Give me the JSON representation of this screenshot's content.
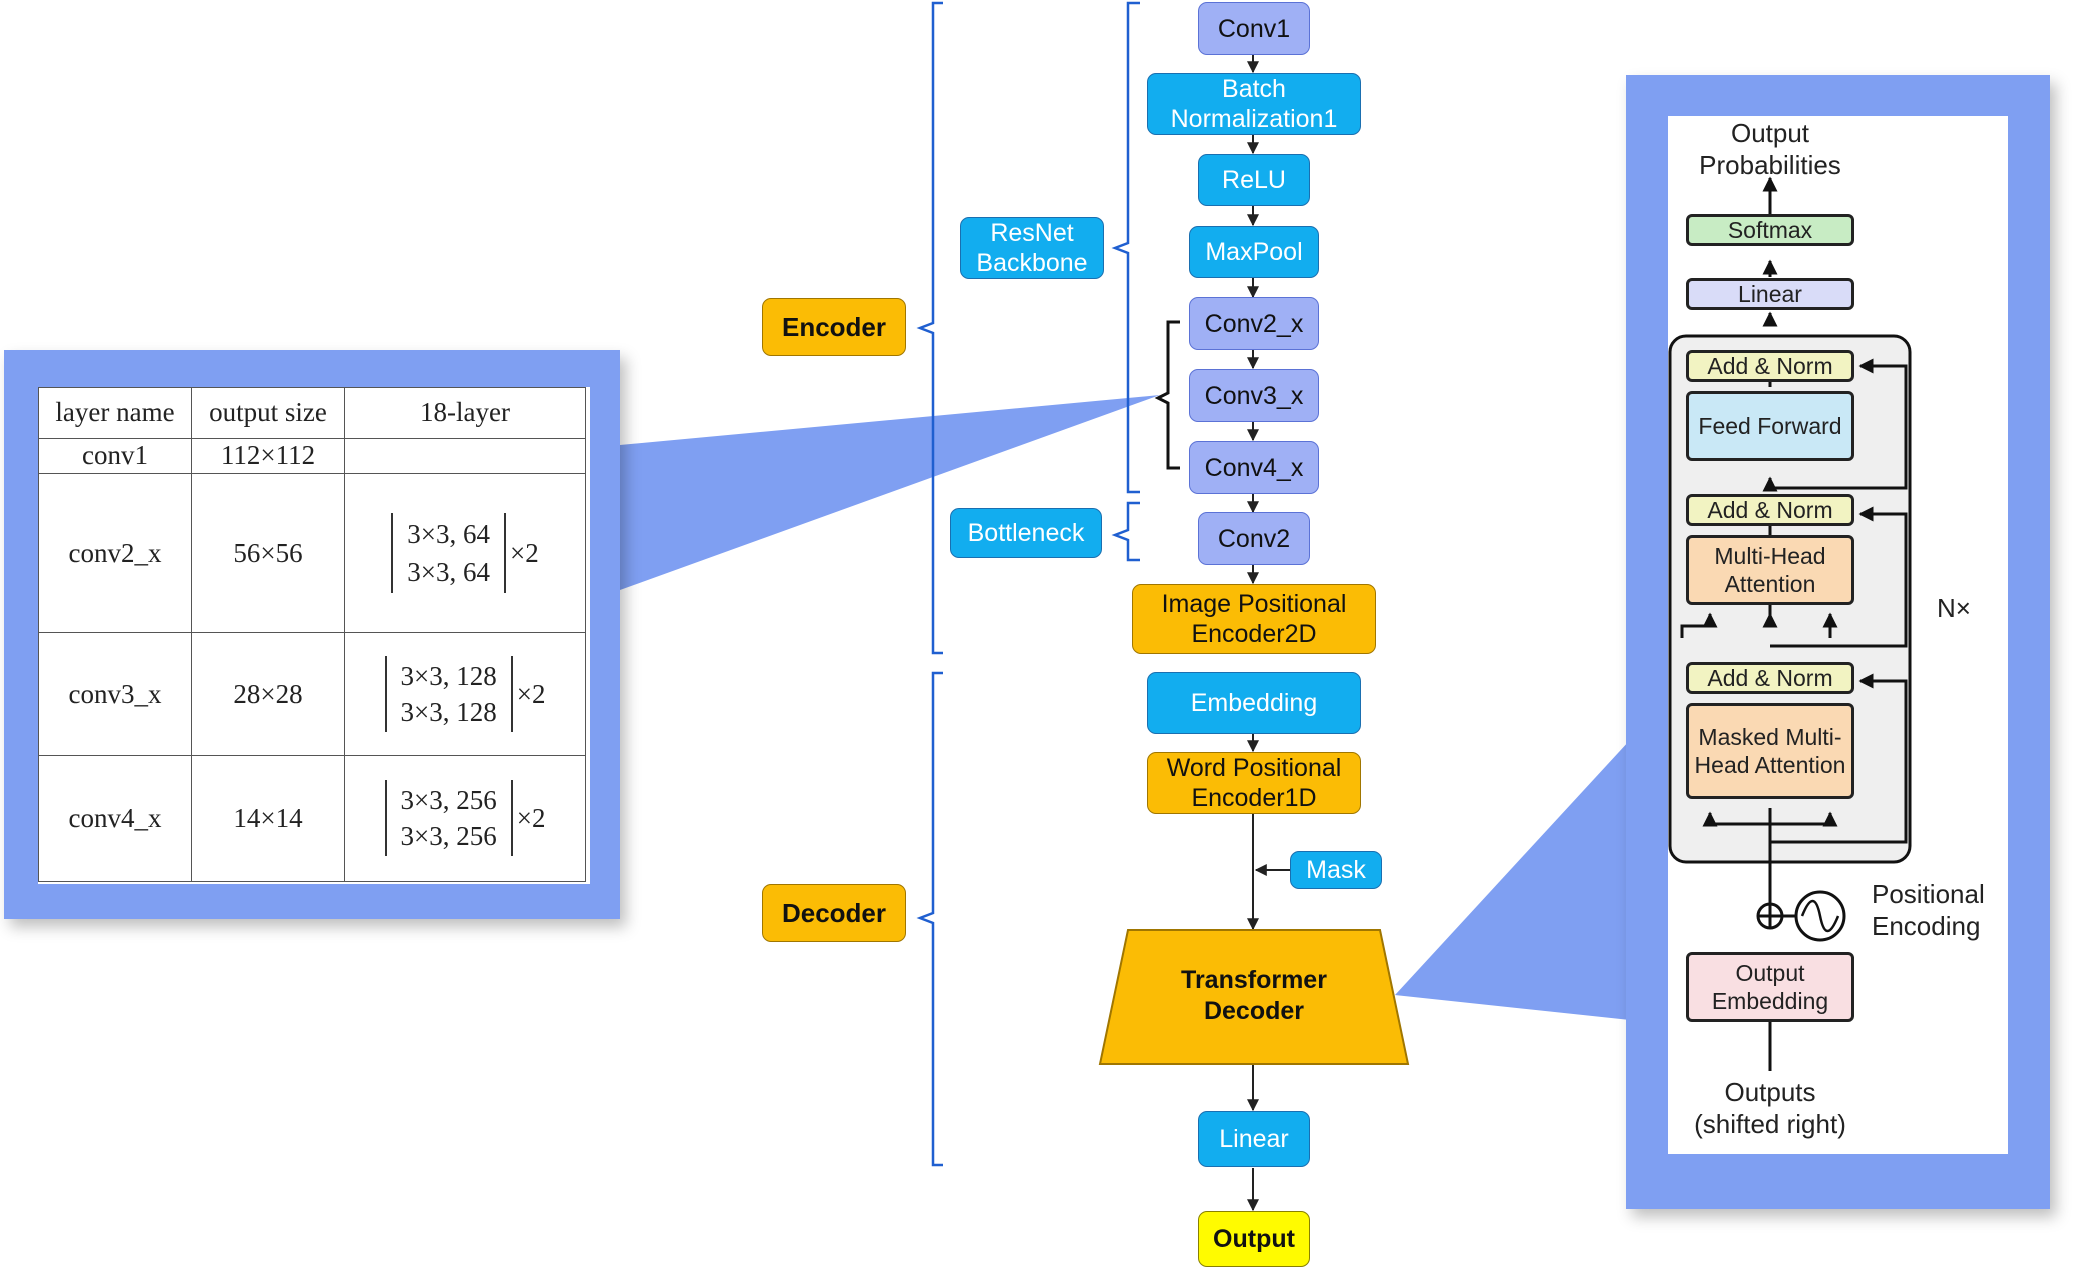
{
  "groups": {
    "encoder": "Encoder",
    "decoder": "Decoder",
    "resnet_backbone": "ResNet Backbone",
    "bottleneck": "Bottleneck"
  },
  "pipeline": {
    "conv1": "Conv1",
    "batch_norm": "Batch Normalization1",
    "relu": "ReLU",
    "maxpool": "MaxPool",
    "conv2_x": "Conv2_x",
    "conv3_x": "Conv3_x",
    "conv4_x": "Conv4_x",
    "conv2": "Conv2",
    "image_pos_enc": "Image Positional Encoder2D",
    "embedding": "Embedding",
    "word_pos_enc": "Word Positional Encoder1D",
    "mask": "Mask",
    "transformer_decoder": "Transformer Decoder",
    "linear": "Linear",
    "output": "Output"
  },
  "resnet_table": {
    "headers": [
      "layer name",
      "output size",
      "18-layer"
    ],
    "rows": [
      {
        "name": "conv1",
        "size": "112×112",
        "block": [
          "",
          ""
        ],
        "mult": ""
      },
      {
        "name": "conv2_x",
        "size": "56×56",
        "block": [
          "3×3, 64",
          "3×3, 64"
        ],
        "mult": "×2"
      },
      {
        "name": "conv3_x",
        "size": "28×28",
        "block": [
          "3×3, 128",
          "3×3, 128"
        ],
        "mult": "×2"
      },
      {
        "name": "conv4_x",
        "size": "14×14",
        "block": [
          "3×3, 256",
          "3×3, 256"
        ],
        "mult": "×2"
      }
    ]
  },
  "transformer": {
    "output_probabilities": "Output Probabilities",
    "softmax": "Softmax",
    "linear": "Linear",
    "add_norm_1": "Add & Norm",
    "feed_forward": "Feed Forward",
    "add_norm_2": "Add & Norm",
    "multi_head": "Multi-Head Attention",
    "add_norm_3": "Add & Norm",
    "masked_multi_head": "Masked Multi-Head Attention",
    "nx": "N×",
    "positional_encoding": "Positional Encoding",
    "output_embedding": "Output Embedding",
    "outputs": "Outputs (shifted right)"
  },
  "colors": {
    "blue_node": "#12adef",
    "lavender_node": "#9fb0f5",
    "orange_node": "#fbbc05",
    "output_node": "#fffb00",
    "zoom_panel": "#7f9ff2",
    "bracket": "#1f5fd0"
  }
}
